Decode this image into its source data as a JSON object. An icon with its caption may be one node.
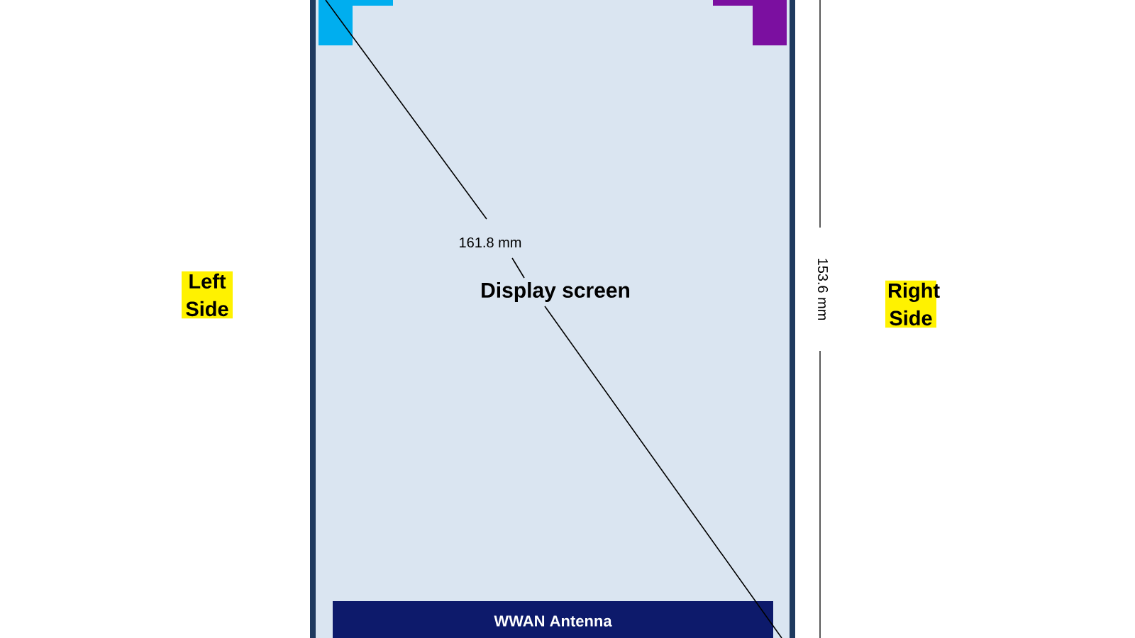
{
  "diagram": {
    "nodes": [
      {
        "text": [
          "Display screen"
        ]
      },
      {
        "text": [
          "WWAN Antenna"
        ],
        "in": 0
      }
    ],
    "labels": [
      "161.8 mm",
      "153.6 mm",
      "Left Side",
      "Right Side"
    ]
  }
}
